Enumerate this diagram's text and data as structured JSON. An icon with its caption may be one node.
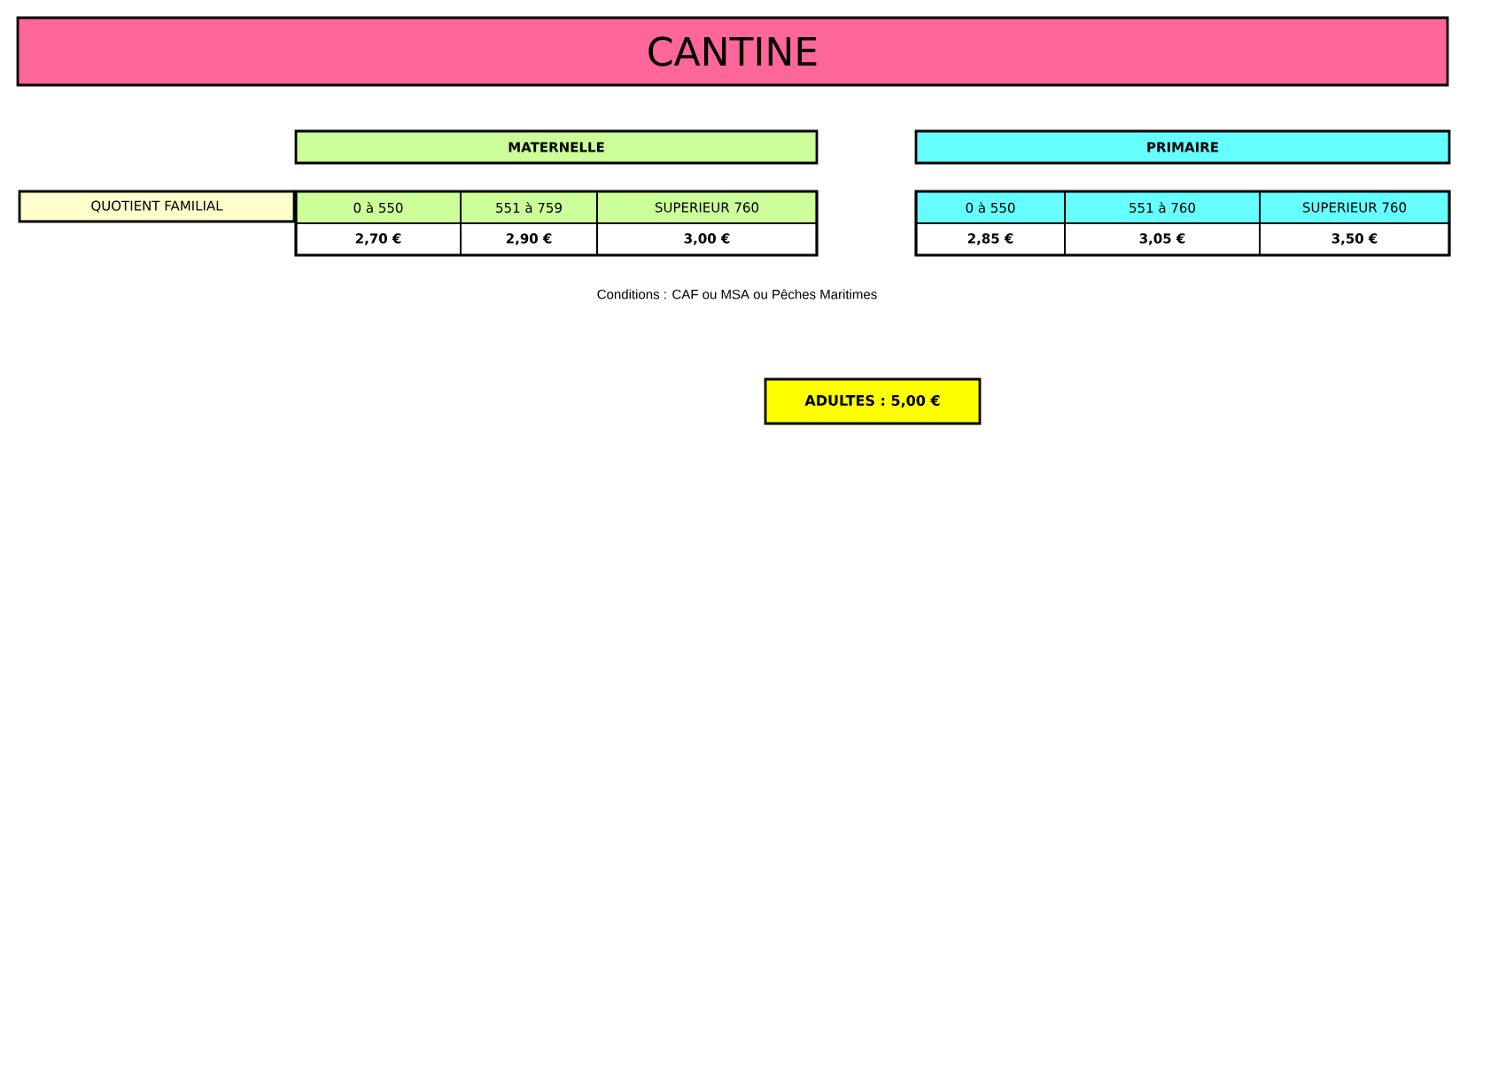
{
  "diagram": {
    "nodes": [
      {
        "text": [
          "CANTINE"
        ]
      },
      {
        "text": [
          "MATERNELLE"
        ]
      },
      {
        "text": [
          "PRIMAIRE"
        ]
      },
      {
        "text": [
          "QUOTIENT FAMILIAL"
        ]
      },
      {
        "text": [
          "ADULTES : 5,00 €"
        ]
      }
    ],
    "labels": [
      "0 à 550",
      "551 à 759",
      "SUPERIEUR 760",
      "0 à 550",
      "551 à 760",
      "SUPERIEUR 760",
      "2,70 €",
      "2,90 €",
      "3,00 €",
      "2,85 €",
      "3,05 €",
      "3,50 €",
      "Conditions : CAF ou MSA ou Pêches Maritimes"
    ]
  }
}
